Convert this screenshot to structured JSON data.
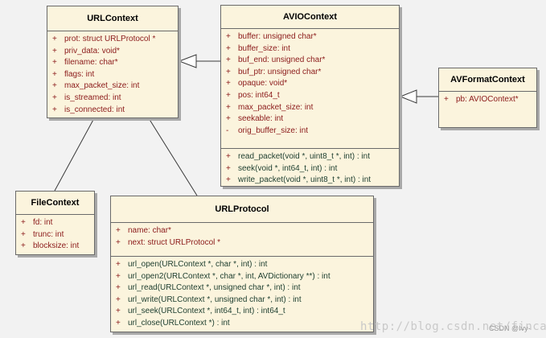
{
  "classes": {
    "urlcontext": {
      "name": "URLContext",
      "attributes": [
        {
          "vis": "+",
          "text": "prot:  struct URLProtocol *"
        },
        {
          "vis": "+",
          "text": "priv_data:  void*"
        },
        {
          "vis": "+",
          "text": "filename:  char*"
        },
        {
          "vis": "+",
          "text": "flags:  int"
        },
        {
          "vis": "+",
          "text": "max_packet_size:  int"
        },
        {
          "vis": "+",
          "text": "is_streamed:  int"
        },
        {
          "vis": "+",
          "text": "is_connected:  int"
        }
      ]
    },
    "aviocontext": {
      "name": "AVIOContext",
      "attributes": [
        {
          "vis": "+",
          "text": "buffer:  unsigned char*"
        },
        {
          "vis": "+",
          "text": "buffer_size:  int"
        },
        {
          "vis": "+",
          "text": "buf_end:  unsigned char*"
        },
        {
          "vis": "+",
          "text": "buf_ptr:  unsigned char*"
        },
        {
          "vis": "+",
          "text": "opaque:  void*"
        },
        {
          "vis": "+",
          "text": "pos:  int64_t"
        },
        {
          "vis": "+",
          "text": "max_packet_size:  int"
        },
        {
          "vis": "+",
          "text": "seekable:  int"
        },
        {
          "vis": "-",
          "text": "orig_buffer_size:  int"
        }
      ],
      "operations": [
        {
          "vis": "+",
          "text": "read_packet(void *, uint8_t *, int) : int"
        },
        {
          "vis": "+",
          "text": "seek(void *, int64_t, int) : int"
        },
        {
          "vis": "+",
          "text": "write_packet(void *, uint8_t *, int) : int"
        }
      ]
    },
    "avformatcontext": {
      "name": "AVFormatContext",
      "attributes": [
        {
          "vis": "+",
          "text": "pb:  AVIOContext*"
        }
      ]
    },
    "filecontext": {
      "name": "FileContext",
      "attributes": [
        {
          "vis": "+",
          "text": "fd:  int"
        },
        {
          "vis": "+",
          "text": "trunc:  int"
        },
        {
          "vis": "+",
          "text": "blocksize:  int"
        }
      ]
    },
    "urlprotocol": {
      "name": "URLProtocol",
      "attributes": [
        {
          "vis": "+",
          "text": "name:  char*"
        },
        {
          "vis": "+",
          "text": "next:  struct URLProtocol *"
        }
      ],
      "operations": [
        {
          "vis": "+",
          "text": "url_open(URLContext *, char *, int) : int"
        },
        {
          "vis": "+",
          "text": "url_open2(URLContext *, char *, int, AVDictionary **) : int"
        },
        {
          "vis": "+",
          "text": "url_read(URLContext *, unsigned char *, int) : int"
        },
        {
          "vis": "+",
          "text": "url_write(URLContext *, unsigned char *, int) : int"
        },
        {
          "vis": "+",
          "text": "url_seek(URLContext *, int64_t, int) : int64_t"
        },
        {
          "vis": "+",
          "text": "url_close(URLContext *) : int"
        }
      ]
    }
  },
  "watermark": "http://blog.csdn.net/fincal",
  "watermark_tag": "CSDN @Ivy-"
}
